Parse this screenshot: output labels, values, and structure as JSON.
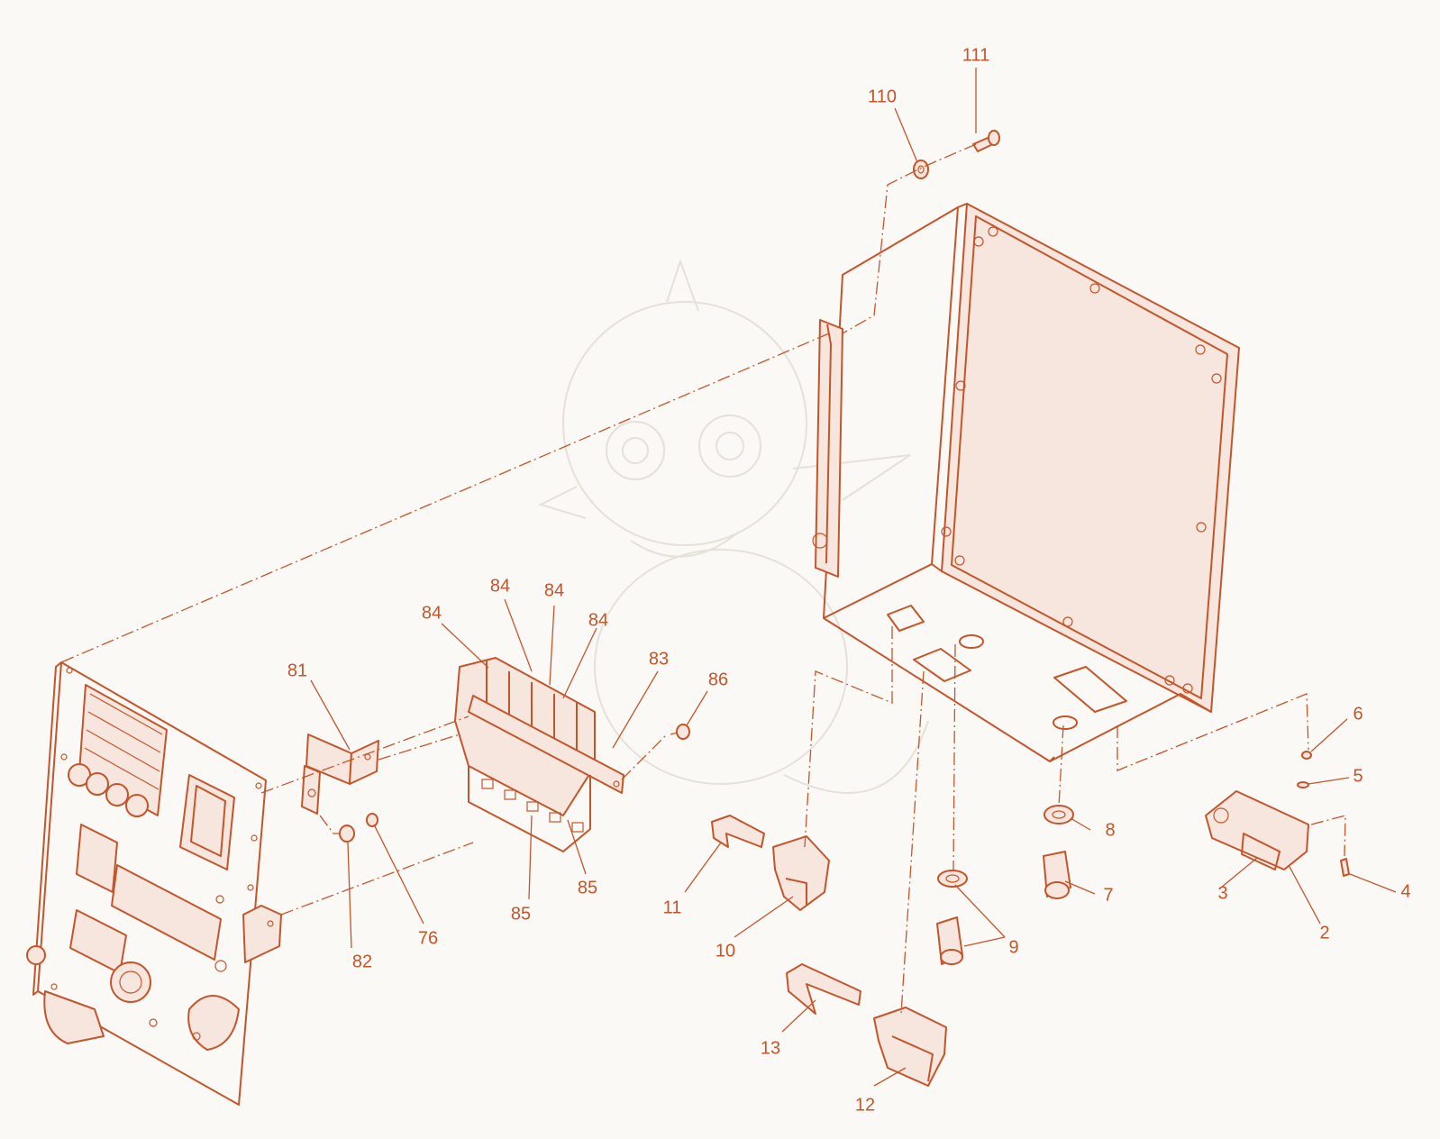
{
  "diagram": {
    "line_color": "#c4552b",
    "background": "#fbf9f5",
    "callouts": [
      {
        "id": "c111",
        "text": "111"
      },
      {
        "id": "c110",
        "text": "110"
      },
      {
        "id": "c84a",
        "text": "84"
      },
      {
        "id": "c84b",
        "text": "84"
      },
      {
        "id": "c84c",
        "text": "84"
      },
      {
        "id": "c84d",
        "text": "84"
      },
      {
        "id": "c83",
        "text": "83"
      },
      {
        "id": "c86",
        "text": "86"
      },
      {
        "id": "c81",
        "text": "81"
      },
      {
        "id": "c82",
        "text": "82"
      },
      {
        "id": "c76",
        "text": "76"
      },
      {
        "id": "c85a",
        "text": "85"
      },
      {
        "id": "c85b",
        "text": "85"
      },
      {
        "id": "c11",
        "text": "11"
      },
      {
        "id": "c10",
        "text": "10"
      },
      {
        "id": "c13",
        "text": "13"
      },
      {
        "id": "c12",
        "text": "12"
      },
      {
        "id": "c9",
        "text": "9"
      },
      {
        "id": "c8",
        "text": "8"
      },
      {
        "id": "c7",
        "text": "7"
      },
      {
        "id": "c6",
        "text": "6"
      },
      {
        "id": "c5",
        "text": "5"
      },
      {
        "id": "c4",
        "text": "4"
      },
      {
        "id": "c3",
        "text": "3"
      },
      {
        "id": "c2",
        "text": "2"
      }
    ]
  }
}
